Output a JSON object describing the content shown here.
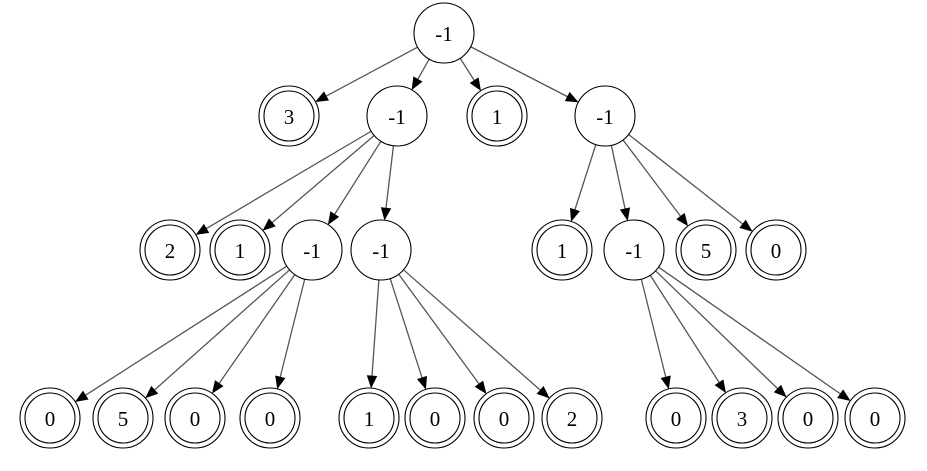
{
  "diagram": {
    "type": "tree",
    "title": "",
    "node_style_legend": {
      "single_circle": "internal node",
      "double_circle": "leaf node"
    },
    "nodes": [
      {
        "id": "n0",
        "label": "-1",
        "leaf": false
      },
      {
        "id": "n1",
        "label": "3",
        "leaf": true
      },
      {
        "id": "n2",
        "label": "-1",
        "leaf": false
      },
      {
        "id": "n3",
        "label": "1",
        "leaf": true
      },
      {
        "id": "n4",
        "label": "-1",
        "leaf": false
      },
      {
        "id": "n5",
        "label": "2",
        "leaf": true
      },
      {
        "id": "n6",
        "label": "1",
        "leaf": true
      },
      {
        "id": "n7",
        "label": "-1",
        "leaf": false
      },
      {
        "id": "n8",
        "label": "-1",
        "leaf": false
      },
      {
        "id": "n9",
        "label": "1",
        "leaf": true
      },
      {
        "id": "n10",
        "label": "-1",
        "leaf": false
      },
      {
        "id": "n11",
        "label": "5",
        "leaf": true
      },
      {
        "id": "n12",
        "label": "0",
        "leaf": true
      },
      {
        "id": "n13",
        "label": "0",
        "leaf": true
      },
      {
        "id": "n14",
        "label": "5",
        "leaf": true
      },
      {
        "id": "n15",
        "label": "0",
        "leaf": true
      },
      {
        "id": "n16",
        "label": "0",
        "leaf": true
      },
      {
        "id": "n17",
        "label": "1",
        "leaf": true
      },
      {
        "id": "n18",
        "label": "0",
        "leaf": true
      },
      {
        "id": "n19",
        "label": "0",
        "leaf": true
      },
      {
        "id": "n20",
        "label": "2",
        "leaf": true
      },
      {
        "id": "n21",
        "label": "0",
        "leaf": true
      },
      {
        "id": "n22",
        "label": "3",
        "leaf": true
      },
      {
        "id": "n23",
        "label": "0",
        "leaf": true
      },
      {
        "id": "n24",
        "label": "0",
        "leaf": true
      }
    ],
    "edges": [
      {
        "from": "n0",
        "to": "n1"
      },
      {
        "from": "n0",
        "to": "n2"
      },
      {
        "from": "n0",
        "to": "n3"
      },
      {
        "from": "n0",
        "to": "n4"
      },
      {
        "from": "n2",
        "to": "n5"
      },
      {
        "from": "n2",
        "to": "n6"
      },
      {
        "from": "n2",
        "to": "n7"
      },
      {
        "from": "n2",
        "to": "n8"
      },
      {
        "from": "n4",
        "to": "n9"
      },
      {
        "from": "n4",
        "to": "n10"
      },
      {
        "from": "n4",
        "to": "n11"
      },
      {
        "from": "n4",
        "to": "n12"
      },
      {
        "from": "n7",
        "to": "n13"
      },
      {
        "from": "n7",
        "to": "n14"
      },
      {
        "from": "n7",
        "to": "n15"
      },
      {
        "from": "n7",
        "to": "n16"
      },
      {
        "from": "n8",
        "to": "n17"
      },
      {
        "from": "n8",
        "to": "n18"
      },
      {
        "from": "n8",
        "to": "n19"
      },
      {
        "from": "n8",
        "to": "n20"
      },
      {
        "from": "n10",
        "to": "n21"
      },
      {
        "from": "n10",
        "to": "n22"
      },
      {
        "from": "n10",
        "to": "n23"
      },
      {
        "from": "n10",
        "to": "n24"
      }
    ]
  }
}
